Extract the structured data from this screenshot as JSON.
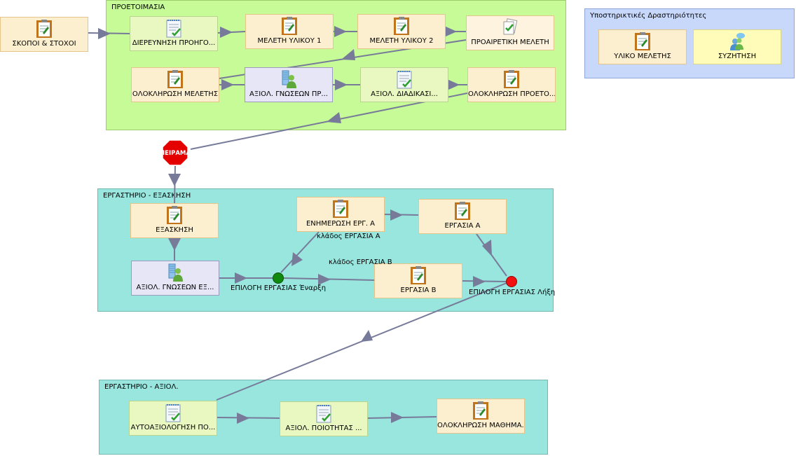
{
  "groups": {
    "prep": "ΠΡΟΕΤΟΙΜΑΣΙΑ",
    "lab1": "ΕΡΓΑΣΤΗΡΙΟ - ΕΞΑΣΚΗΣΗ",
    "lab2": "ΕΡΓΑΣΤΗΡΙΟ - ΑΞΙΟΛ.",
    "support": "Υποστηρικτικές Δραστηριότητες"
  },
  "nodes": {
    "goals": "ΣΚΟΠΟΙ & ΣΤΟΧΟΙ",
    "investigation": "ΔΙΕΡΕΥΝΗΣΗ ΠΡΟΗΓΟ...",
    "study1": "ΜΕΛΕΤΗ ΥΛΙΚΟΥ 1",
    "study2": "ΜΕΛΕΤΗ ΥΛΙΚΟΥ 2",
    "optional_study": "ΠΡΟΑΙΡΕΤΙΚΗ ΜΕΛΕΤΗ",
    "study_complete": "ΟΛΟΚΛΗΡΩΣΗ ΜΕΛΕΤΗΣ",
    "knowledge_eval": "ΑΞΙΟΛ. ΓΝΩΣΕΩΝ ΠΡ...",
    "process_eval": "ΑΞΙΟΛ. ΔΙΑΔΙΚΑΣΙ...",
    "prep_complete": "ΟΛΟΚΛΗΡΩΣΗ ΠΡΟΕΤΟ...",
    "practice": "ΕΞΑΣΚΗΣΗ",
    "knowledge_eval2": "ΑΞΙΟΛ. ΓΝΩΣΕΩΝ ΕΞ...",
    "update_a": "ΕΝΗΜΕΡΩΣΗ ΕΡΓ. Α",
    "task_a": "ΕΡΓΑΣΙΑ Α",
    "task_b": "ΕΡΓΑΣΙΑ Β",
    "self_eval": "ΑΥΤΟΑΞΙΟΛΟΓΗΣΗ ΠΟ...",
    "quality_eval": "ΑΞΙΟΛ. ΠΟΙΟΤΗΤΑΣ ...",
    "lesson_complete": "ΟΛΟΚΛΗΡΩΣΗ ΜΑΘΗΜΑ...",
    "study_material": "ΥΛΙΚΟ ΜΕΛΕΤΗΣ",
    "discussion": "ΣΥΖΗΤΗΣΗ"
  },
  "labels": {
    "stop": "ΠΕΙΡΑΜΑ",
    "branch_start": "ΕΠΙΛΟΓΗ ΕΡΓΑΣΙΑΣ Έναρξη",
    "branch_end": "ΕΠΙΛΟΓΗ ΕΡΓΑΣΙΑΣ Λήξη",
    "branch_a": "κλάδος ΕΡΓΑΣΙΑ Α",
    "branch_b": "κλάδος ΕΡΓΑΣΙΑ Β"
  },
  "icons": {
    "activity": "notepad-icon",
    "assessment": "checklist-icon",
    "person": "person-book-icon",
    "chat": "chat-people-icon",
    "optional": "papers-check-icon"
  },
  "colors": {
    "edge": "#777b99",
    "prep_bg": "#c6fb97",
    "lab_bg": "#99e6df",
    "support_bg": "#c8d8fb",
    "start_gate": "#0f8a0f",
    "end_gate": "#f21010",
    "stop_sign": "#e50000"
  }
}
